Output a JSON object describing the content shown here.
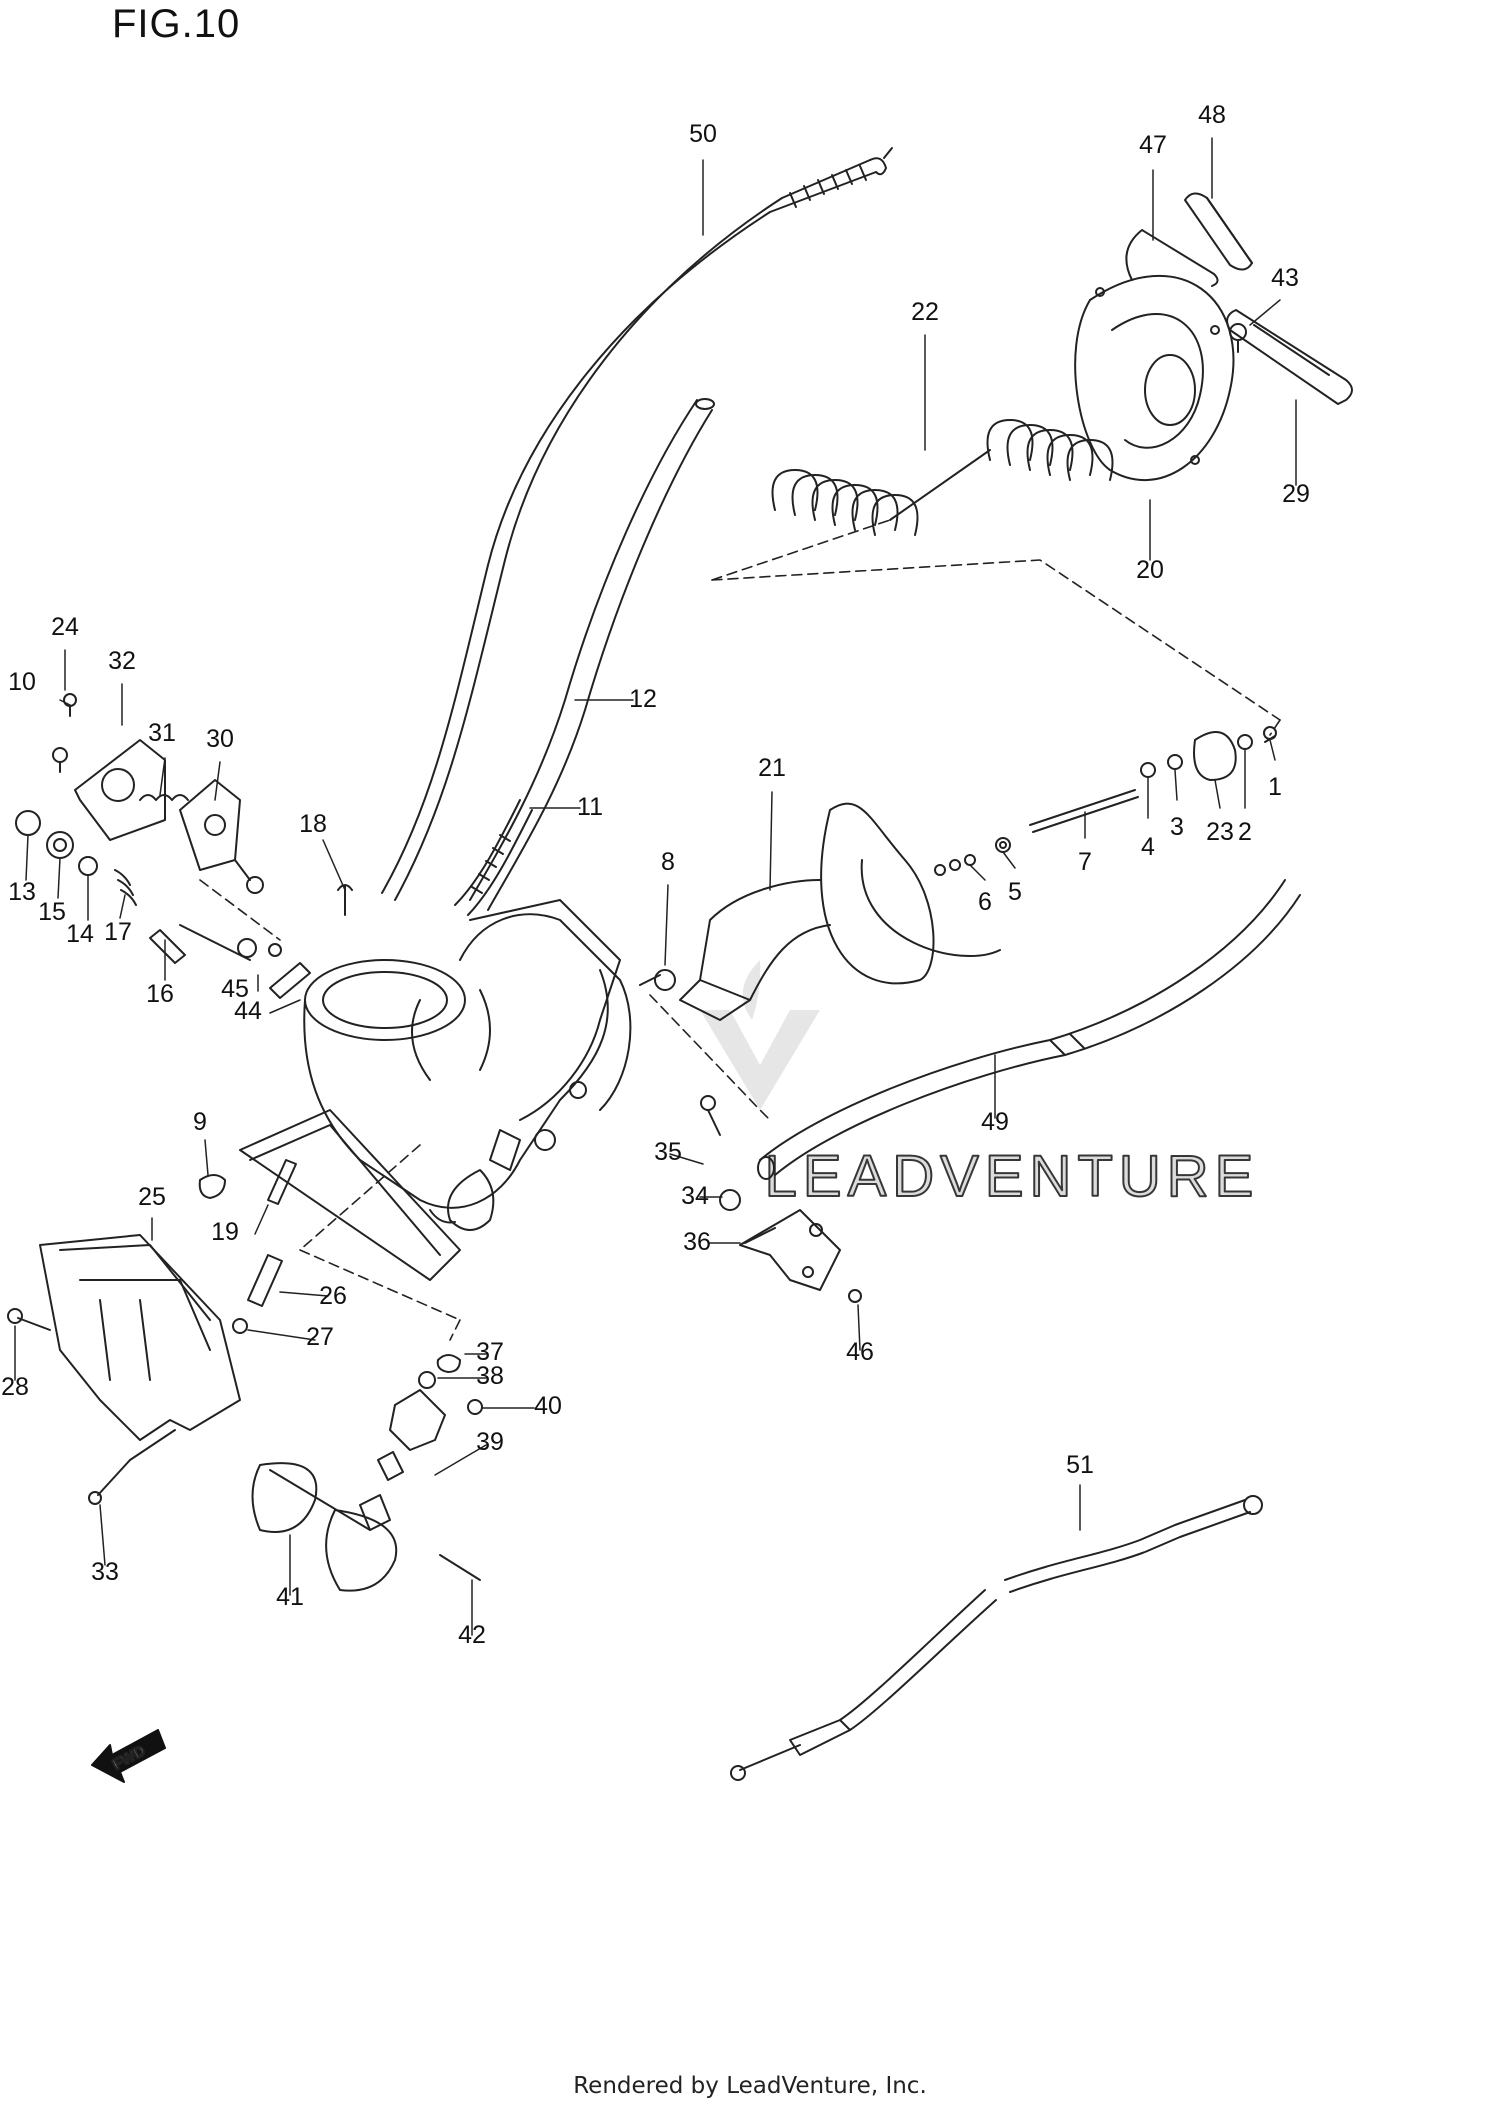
{
  "figure": {
    "title": "FIG.10"
  },
  "footer": {
    "text": "Rendered by LeadVenture, Inc."
  },
  "watermark": {
    "text": "LEADVENTURE"
  },
  "direction_marker": {
    "label": "FWD"
  },
  "callouts": [
    "1",
    "2",
    "3",
    "4",
    "5",
    "6",
    "7",
    "8",
    "9",
    "10",
    "11",
    "12",
    "13",
    "14",
    "15",
    "16",
    "17",
    "18",
    "19",
    "20",
    "21",
    "22",
    "23",
    "24",
    "25",
    "26",
    "27",
    "28",
    "29",
    "30",
    "31",
    "32",
    "33",
    "34",
    "35",
    "36",
    "37",
    "38",
    "39",
    "40",
    "41",
    "42",
    "43",
    "44",
    "45",
    "46",
    "47",
    "48",
    "49",
    "50",
    "51"
  ]
}
